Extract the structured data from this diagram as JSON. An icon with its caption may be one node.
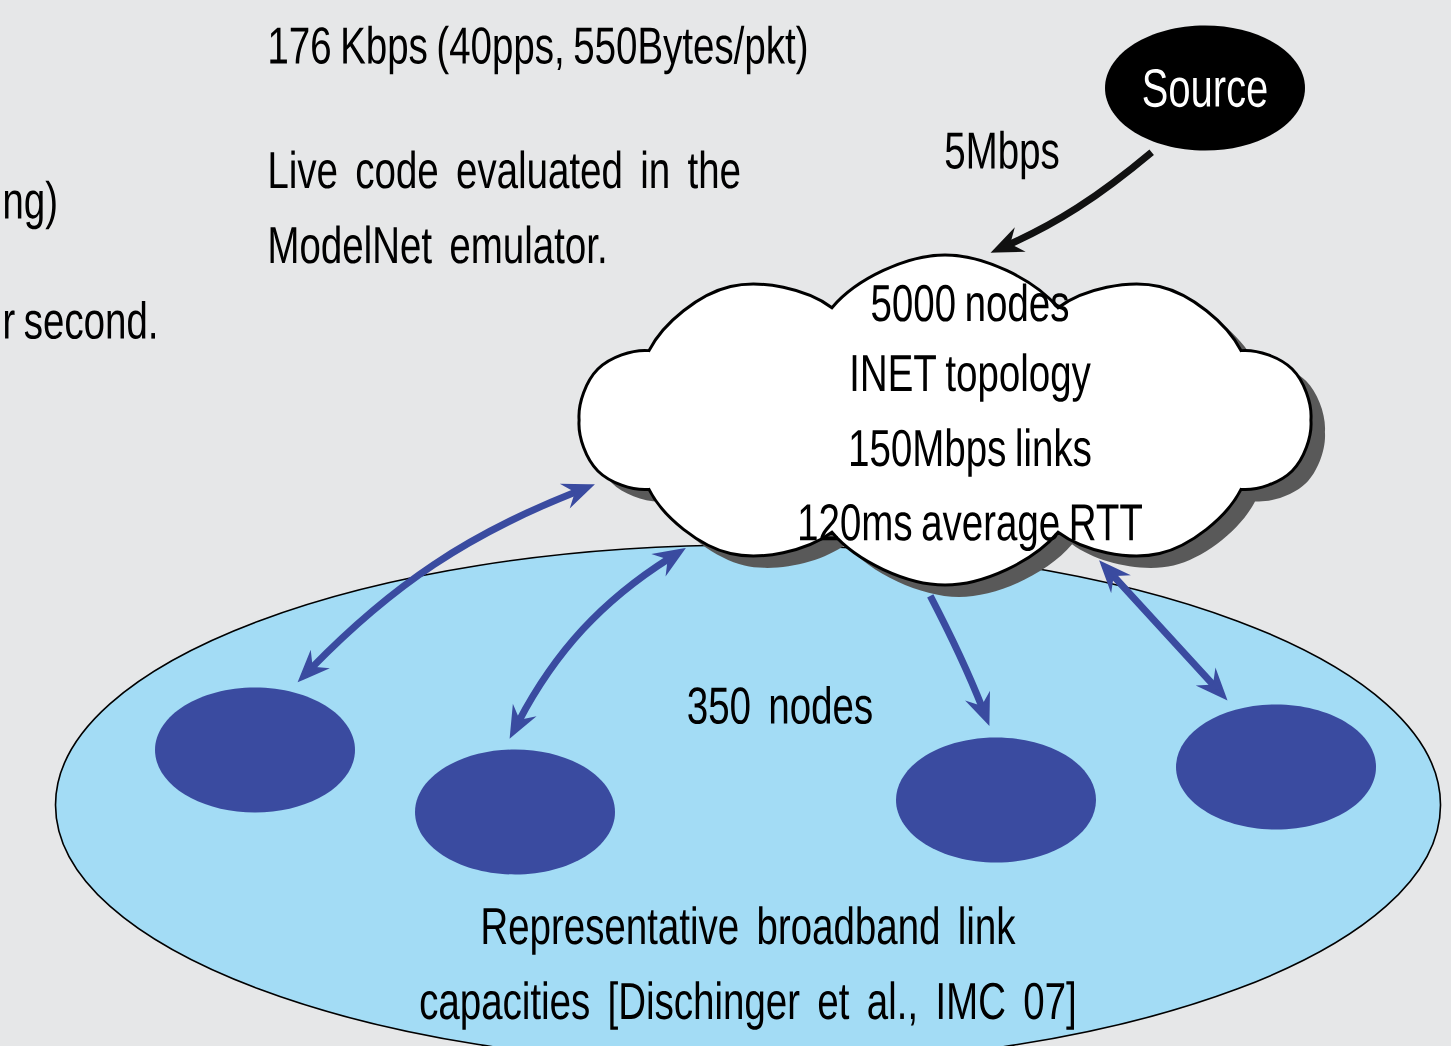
{
  "diagram": {
    "nodes": [
      {
        "text": [
          "Source"
        ]
      },
      {
        "text": [
          "5000 nodes",
          "INET topology",
          "150Mbps links",
          "120ms average RTT"
        ]
      },
      {
        "text": [
          "350 nodes",
          "Representative broadband link capacities [Dischinger et al., IMC 07]"
        ]
      },
      {
        "text": [],
        "shape": "ellipse",
        "in": 2
      },
      {
        "text": [],
        "shape": "ellipse",
        "in": 2
      },
      {
        "text": [],
        "shape": "ellipse",
        "in": 2
      },
      {
        "text": [],
        "shape": "ellipse",
        "in": 2
      }
    ],
    "edges": [
      {
        "from": 1,
        "to": 3,
        "arrow": "both"
      },
      {
        "from": 1,
        "to": 4,
        "arrow": "both"
      },
      {
        "from": 1,
        "to": 5,
        "arrow": "to"
      },
      {
        "from": 1,
        "to": 6,
        "arrow": "both"
      },
      {
        "from": 0,
        "to": 1,
        "arrow": "to",
        "label": "5Mbps",
        "color": "#111111"
      }
    ],
    "labels": [
      "176 Kbps (40pps, 550Bytes/pkt)",
      "ng)",
      "Live code evaluated in the ModelNet emulator.",
      "r second."
    ]
  }
}
